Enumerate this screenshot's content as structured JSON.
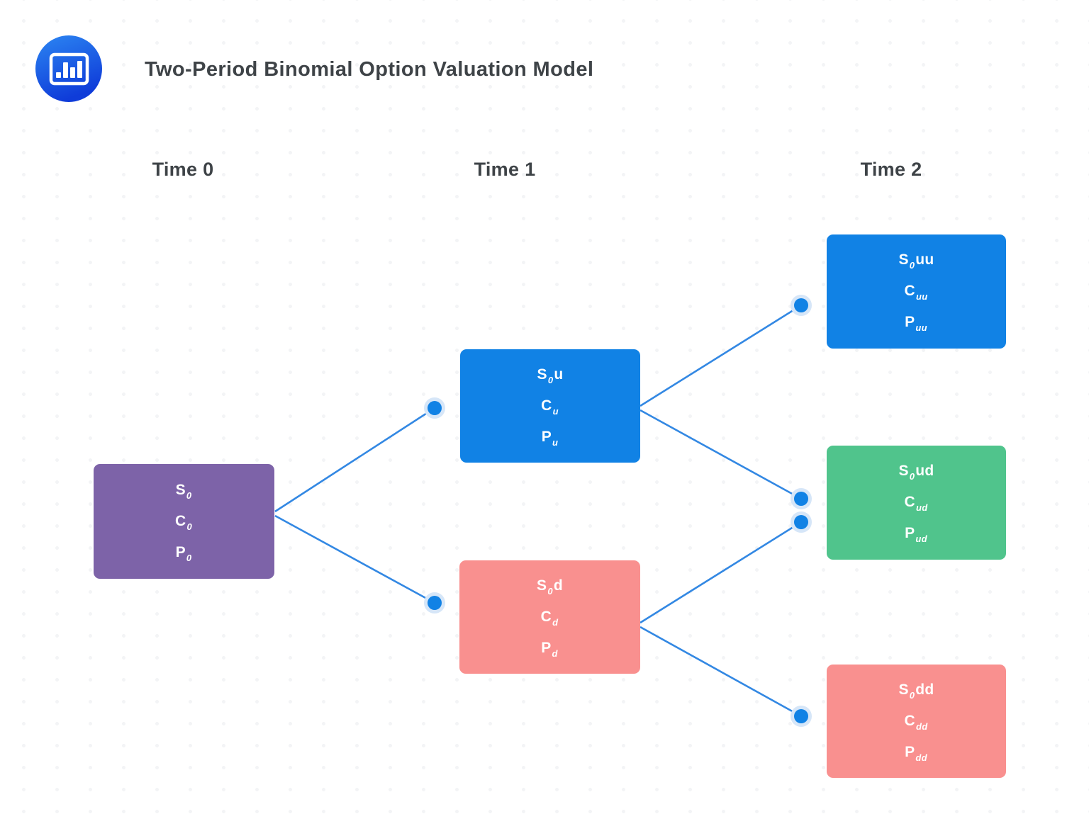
{
  "page": {
    "title": "Two-Period Binomial Option Valuation Model"
  },
  "logo": {
    "icon": "bar-chart-icon"
  },
  "columns": [
    {
      "label": "Time 0"
    },
    {
      "label": "Time 1"
    },
    {
      "label": "Time 2"
    }
  ],
  "colors": {
    "node_blue": "#1182E5",
    "node_purple": "#7D63A8",
    "node_pink": "#F9908F",
    "node_green": "#50C48C",
    "node_text": "#FFFFFF",
    "connector_line": "#3388E3",
    "connector_dot": "#1182E5",
    "connector_dot_halo": "#D6E6F8",
    "heading_text": "#3E4347",
    "logo_gradient_top": "#2C86F2",
    "logo_gradient_bottom": "#0F3CD9"
  },
  "nodes": [
    {
      "id": "time0-root",
      "column": "Time 0",
      "color": "purple",
      "lines": [
        {
          "base": "S",
          "sub": "0",
          "suffix": ""
        },
        {
          "base": "C",
          "sub": "0",
          "suffix": ""
        },
        {
          "base": "P",
          "sub": "0",
          "suffix": ""
        }
      ]
    },
    {
      "id": "time1-up",
      "column": "Time 1",
      "color": "blue",
      "lines": [
        {
          "base": "S",
          "sub": "0",
          "suffix": "u"
        },
        {
          "base": "C",
          "sub": "u",
          "suffix": ""
        },
        {
          "base": "P",
          "sub": "u",
          "suffix": ""
        }
      ]
    },
    {
      "id": "time1-down",
      "column": "Time 1",
      "color": "pink",
      "lines": [
        {
          "base": "S",
          "sub": "0",
          "suffix": "d"
        },
        {
          "base": "C",
          "sub": "d",
          "suffix": ""
        },
        {
          "base": "P",
          "sub": "d",
          "suffix": ""
        }
      ]
    },
    {
      "id": "time2-up-up",
      "column": "Time 2",
      "color": "blue",
      "lines": [
        {
          "base": "S",
          "sub": "0",
          "suffix": "uu"
        },
        {
          "base": "C",
          "sub": "uu",
          "suffix": ""
        },
        {
          "base": "P",
          "sub": "uu",
          "suffix": ""
        }
      ]
    },
    {
      "id": "time2-up-down",
      "column": "Time 2",
      "color": "green",
      "lines": [
        {
          "base": "S",
          "sub": "0",
          "suffix": "ud"
        },
        {
          "base": "C",
          "sub": "ud",
          "suffix": ""
        },
        {
          "base": "P",
          "sub": "ud",
          "suffix": ""
        }
      ]
    },
    {
      "id": "time2-down-down",
      "column": "Time 2",
      "color": "pink",
      "lines": [
        {
          "base": "S",
          "sub": "0",
          "suffix": "dd"
        },
        {
          "base": "C",
          "sub": "dd",
          "suffix": ""
        },
        {
          "base": "P",
          "sub": "dd",
          "suffix": ""
        }
      ]
    }
  ]
}
